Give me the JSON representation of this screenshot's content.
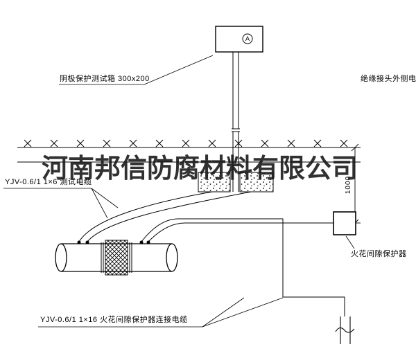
{
  "watermark": "河南邦信防腐材料有限公司",
  "diagram": {
    "ammeter_symbol": "A",
    "labels": {
      "test_box": "阴极保护测试箱 300x200",
      "insulated_joint_cable": "绝缘接头外侧电缆",
      "test_cable": "YJV-0.6/1  1×6  测试电缆",
      "spark_gap_protector": "火花间隙保护器",
      "spark_gap_cable": "YJV-0.6/1  1×16  火花间隙保护器连接电缆",
      "dimension_1000": "1000"
    },
    "colors": {
      "line": "#000000",
      "background": "#ffffff"
    }
  }
}
